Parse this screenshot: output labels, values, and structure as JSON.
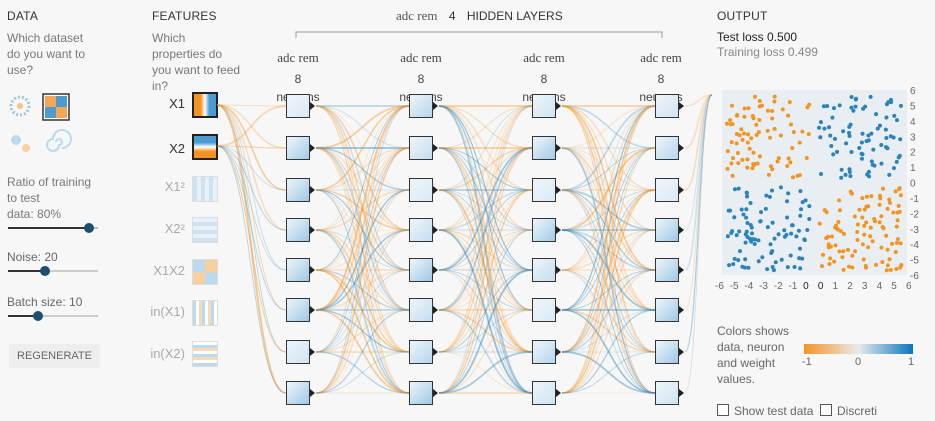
{
  "data": {
    "title": "DATA",
    "question": [
      "Which dataset",
      "do you want to",
      "use?"
    ],
    "ratio_label": [
      "Ratio of training",
      "to test",
      "data:  80%"
    ],
    "noise_label": "Noise:  20",
    "batch_label": "Batch size:  10",
    "regenerate": "REGENERATE",
    "ratio": 0.8,
    "noise": 0.4,
    "batch": 0.3
  },
  "features": {
    "title": "FEATURES",
    "question": [
      "Which",
      "properties do",
      "you want to feed",
      "in?"
    ],
    "items": [
      {
        "label": "X1",
        "active": true
      },
      {
        "label": "X2",
        "active": true
      },
      {
        "label": "X1²",
        "active": false
      },
      {
        "label": "X2²",
        "active": false
      },
      {
        "label": "X1X2",
        "active": false
      },
      {
        "label": "in(X1)",
        "active": false
      },
      {
        "label": "in(X2)",
        "active": false
      }
    ]
  },
  "hidden": {
    "add_remove": "adc rem",
    "count": "4",
    "title": "HIDDEN LAYERS",
    "layers": [
      {
        "neurons_count": "8",
        "neurons_label": "neurons"
      },
      {
        "neurons_count": "8",
        "neurons_label": "neurons"
      },
      {
        "neurons_count": "8",
        "neurons_label": "neurons"
      },
      {
        "neurons_count": "8",
        "neurons_label": "neurons"
      }
    ]
  },
  "output": {
    "title": "OUTPUT",
    "test_loss": "Test loss 0.500",
    "training_loss": "Training loss 0.499",
    "y_ticks": [
      "6",
      "5",
      "4",
      "3",
      "2",
      "1",
      "0",
      "-1",
      "-2",
      "-3",
      "-4",
      "-5",
      "-6"
    ],
    "x_ticks": [
      "-6",
      "-5",
      "-4",
      "-3",
      "-2",
      "-1",
      "0",
      "0",
      "1",
      "2",
      "3",
      "4",
      "5",
      "6"
    ],
    "colors_text": [
      "Colors shows",
      "data, neuron",
      "and weight",
      "values."
    ],
    "scale_ticks": [
      "-1",
      "0",
      "1"
    ],
    "show_test": "Show test data",
    "discretize": "Discreti"
  },
  "colors": {
    "orange": "#f59322",
    "blue": "#2b83ba"
  }
}
